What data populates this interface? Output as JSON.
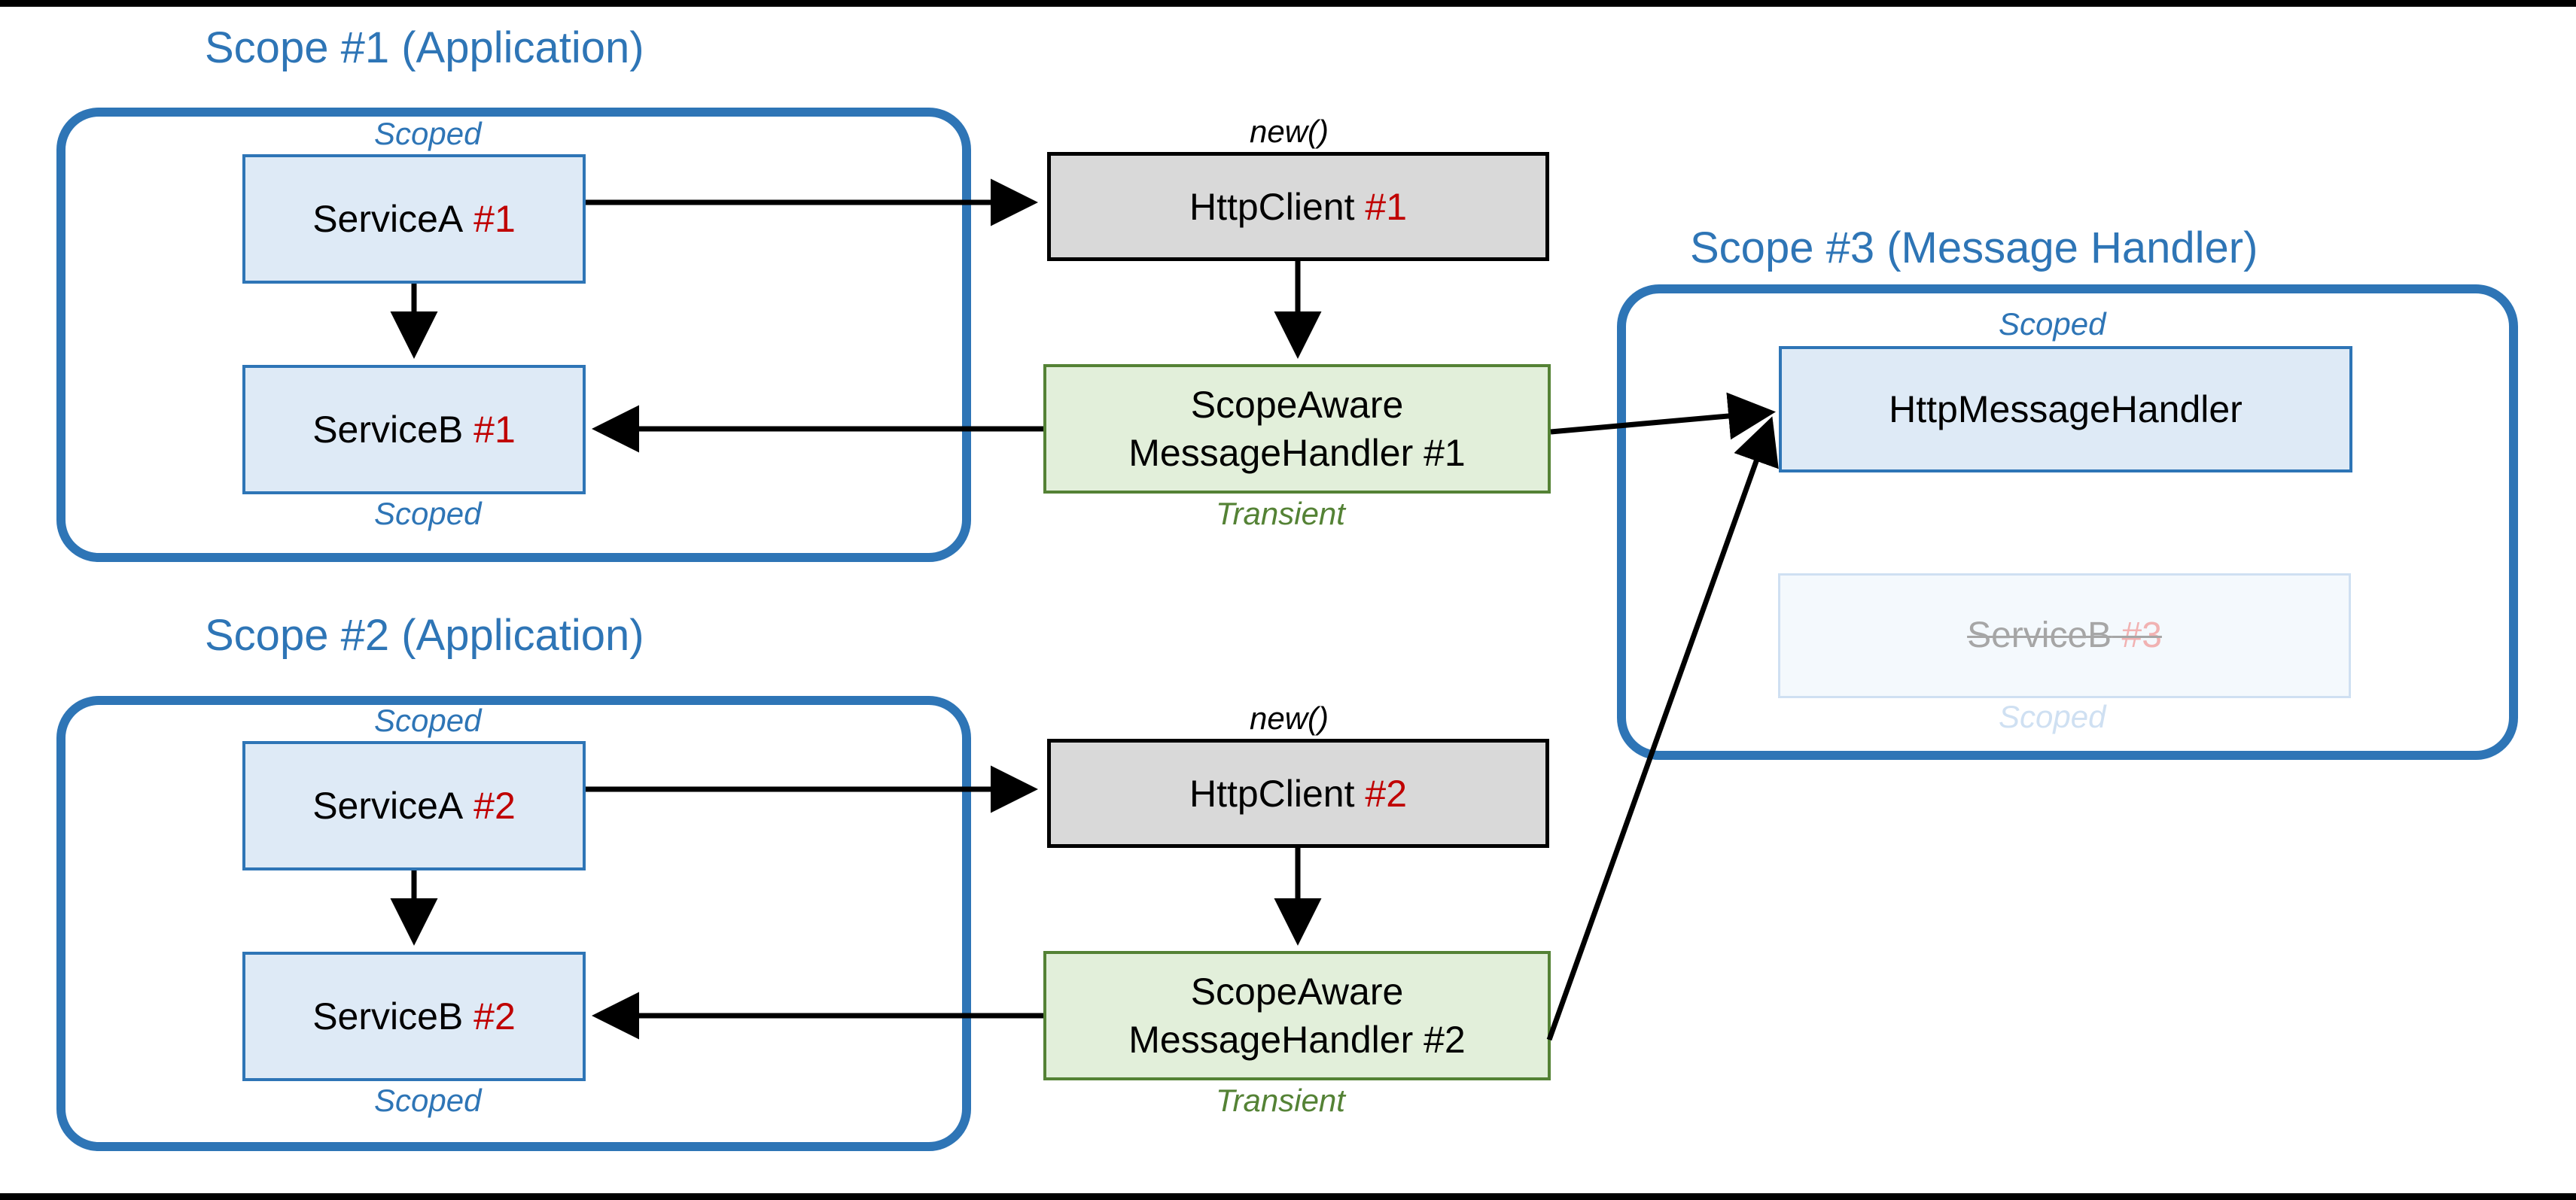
{
  "diagram": {
    "type": "architecture-diagram",
    "title": "HttpClient / ScopeAwareMessageHandler DI scope diagram",
    "colors": {
      "scope_border": "#2E75B6",
      "scope_title": "#2E75B6",
      "node_blue_fill": "#DEEAF6",
      "node_blue_border": "#2E75B6",
      "node_grey_fill": "#D9D9D9",
      "node_grey_border": "#000000",
      "node_green_fill": "#E2EFDA",
      "node_green_border": "#548235",
      "instance_number": "#C00000",
      "transient_caption": "#548235",
      "faded_text": "#A6A6A6",
      "faded_number": "#F1B2B2",
      "edge": "#000000"
    },
    "scopes": [
      {
        "id": "scope1",
        "title": "Scope #1 (Application)"
      },
      {
        "id": "scope2",
        "title": "Scope #2 (Application)"
      },
      {
        "id": "scope3",
        "title": "Scope #3 (Message Handler)"
      }
    ],
    "nodes": [
      {
        "id": "serviceA1",
        "name": "ServiceA",
        "instance": "#1",
        "lifetime": "Scoped",
        "lifetime_position": "above",
        "style": "blue",
        "scope": "scope1"
      },
      {
        "id": "serviceB1",
        "name": "ServiceB",
        "instance": "#1",
        "lifetime": "Scoped",
        "lifetime_position": "below",
        "style": "blue",
        "scope": "scope1"
      },
      {
        "id": "httpClient1",
        "name": "HttpClient",
        "instance": "#1",
        "lifetime": "new()",
        "lifetime_position": "above",
        "style": "grey",
        "scope": null
      },
      {
        "id": "handler1",
        "name_line1": "ScopeAware",
        "name_line2": "MessageHandler",
        "instance": "#1",
        "lifetime": "Transient",
        "lifetime_position": "below",
        "style": "green",
        "scope": null
      },
      {
        "id": "serviceA2",
        "name": "ServiceA",
        "instance": "#2",
        "lifetime": "Scoped",
        "lifetime_position": "above",
        "style": "blue",
        "scope": "scope2"
      },
      {
        "id": "serviceB2",
        "name": "ServiceB",
        "instance": "#2",
        "lifetime": "Scoped",
        "lifetime_position": "below",
        "style": "blue",
        "scope": "scope2"
      },
      {
        "id": "httpClient2",
        "name": "HttpClient",
        "instance": "#2",
        "lifetime": "new()",
        "lifetime_position": "above",
        "style": "grey",
        "scope": null
      },
      {
        "id": "handler2",
        "name_line1": "ScopeAware",
        "name_line2": "MessageHandler",
        "instance": "#2",
        "lifetime": "Transient",
        "lifetime_position": "below",
        "style": "green",
        "scope": null
      },
      {
        "id": "msgHandler3",
        "name": "HttpMessageHandler",
        "instance": "",
        "lifetime": "Scoped",
        "lifetime_position": "above",
        "style": "blue",
        "scope": "scope3"
      },
      {
        "id": "serviceB3",
        "name": "ServiceB",
        "instance": "#3",
        "lifetime": "Scoped",
        "lifetime_position": "below",
        "style": "faded",
        "struck": true,
        "scope": "scope3"
      }
    ],
    "edges": [
      {
        "from": "serviceA1",
        "to": "httpClient1"
      },
      {
        "from": "serviceA1",
        "to": "serviceB1"
      },
      {
        "from": "httpClient1",
        "to": "handler1"
      },
      {
        "from": "handler1",
        "to": "serviceB1"
      },
      {
        "from": "handler1",
        "to": "msgHandler3"
      },
      {
        "from": "serviceA2",
        "to": "httpClient2"
      },
      {
        "from": "serviceA2",
        "to": "serviceB2"
      },
      {
        "from": "httpClient2",
        "to": "handler2"
      },
      {
        "from": "handler2",
        "to": "serviceB2"
      },
      {
        "from": "handler2",
        "to": "msgHandler3"
      }
    ],
    "labels": {
      "scoped": "Scoped",
      "transient": "Transient",
      "new": "new()",
      "serviceA": "ServiceA",
      "serviceB": "ServiceB",
      "httpClient": "HttpClient",
      "scopeAware": "ScopeAware",
      "messageHandler": "MessageHandler",
      "httpMessageHandler": "HttpMessageHandler",
      "num1": "#1",
      "num2": "#2",
      "num3": "#3",
      "scope1_title": "Scope #1 (Application)",
      "scope2_title": "Scope #2 (Application)",
      "scope3_title": "Scope #3 (Message Handler)"
    }
  }
}
